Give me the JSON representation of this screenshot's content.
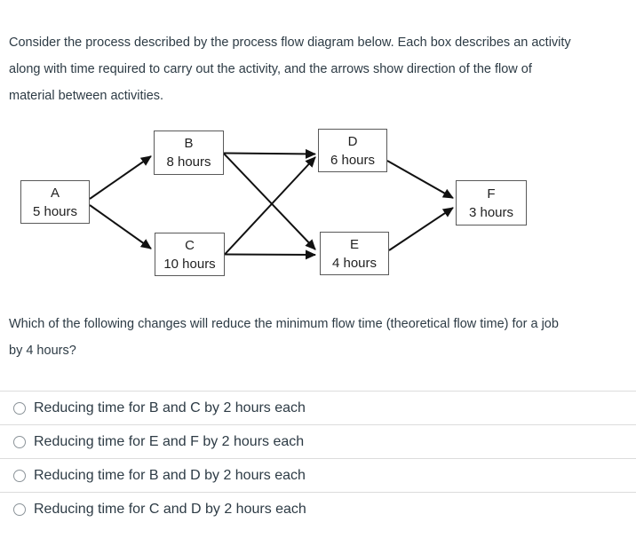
{
  "page": {
    "intro": "Consider the process described by the process flow diagram below. Each box describes an activity\nalong with time required to carry out the activity, and the arrows show direction of the flow of\nmaterial between activities.",
    "question": "Which of the following changes will reduce the minimum flow time (theoretical flow time) for a job\nby 4 hours?"
  },
  "diagram": {
    "nodes": {
      "A": {
        "label": "A",
        "time": "5 hours"
      },
      "B": {
        "label": "B",
        "time": "8 hours"
      },
      "C": {
        "label": "C",
        "time": "10 hours"
      },
      "D": {
        "label": "D",
        "time": "6 hours"
      },
      "E": {
        "label": "E",
        "time": "4 hours"
      },
      "F": {
        "label": "F",
        "time": "3 hours"
      }
    },
    "edges": [
      "A→B",
      "A→C",
      "B→D",
      "B→E",
      "C→D",
      "C→E",
      "D→F",
      "E→F"
    ]
  },
  "options": [
    {
      "label": "Reducing time for B and C by 2 hours each",
      "selected": false
    },
    {
      "label": "Reducing time for E and F by 2 hours each",
      "selected": false
    },
    {
      "label": "Reducing time for B and D by 2 hours each",
      "selected": false
    },
    {
      "label": "Reducing time for C and D by 2 hours each",
      "selected": false
    }
  ],
  "colors": {
    "text": "#2d3b45",
    "box_border": "#595959",
    "arrow": "#111111",
    "divider": "#dcdcdc",
    "radio_border": "#8b9399"
  }
}
